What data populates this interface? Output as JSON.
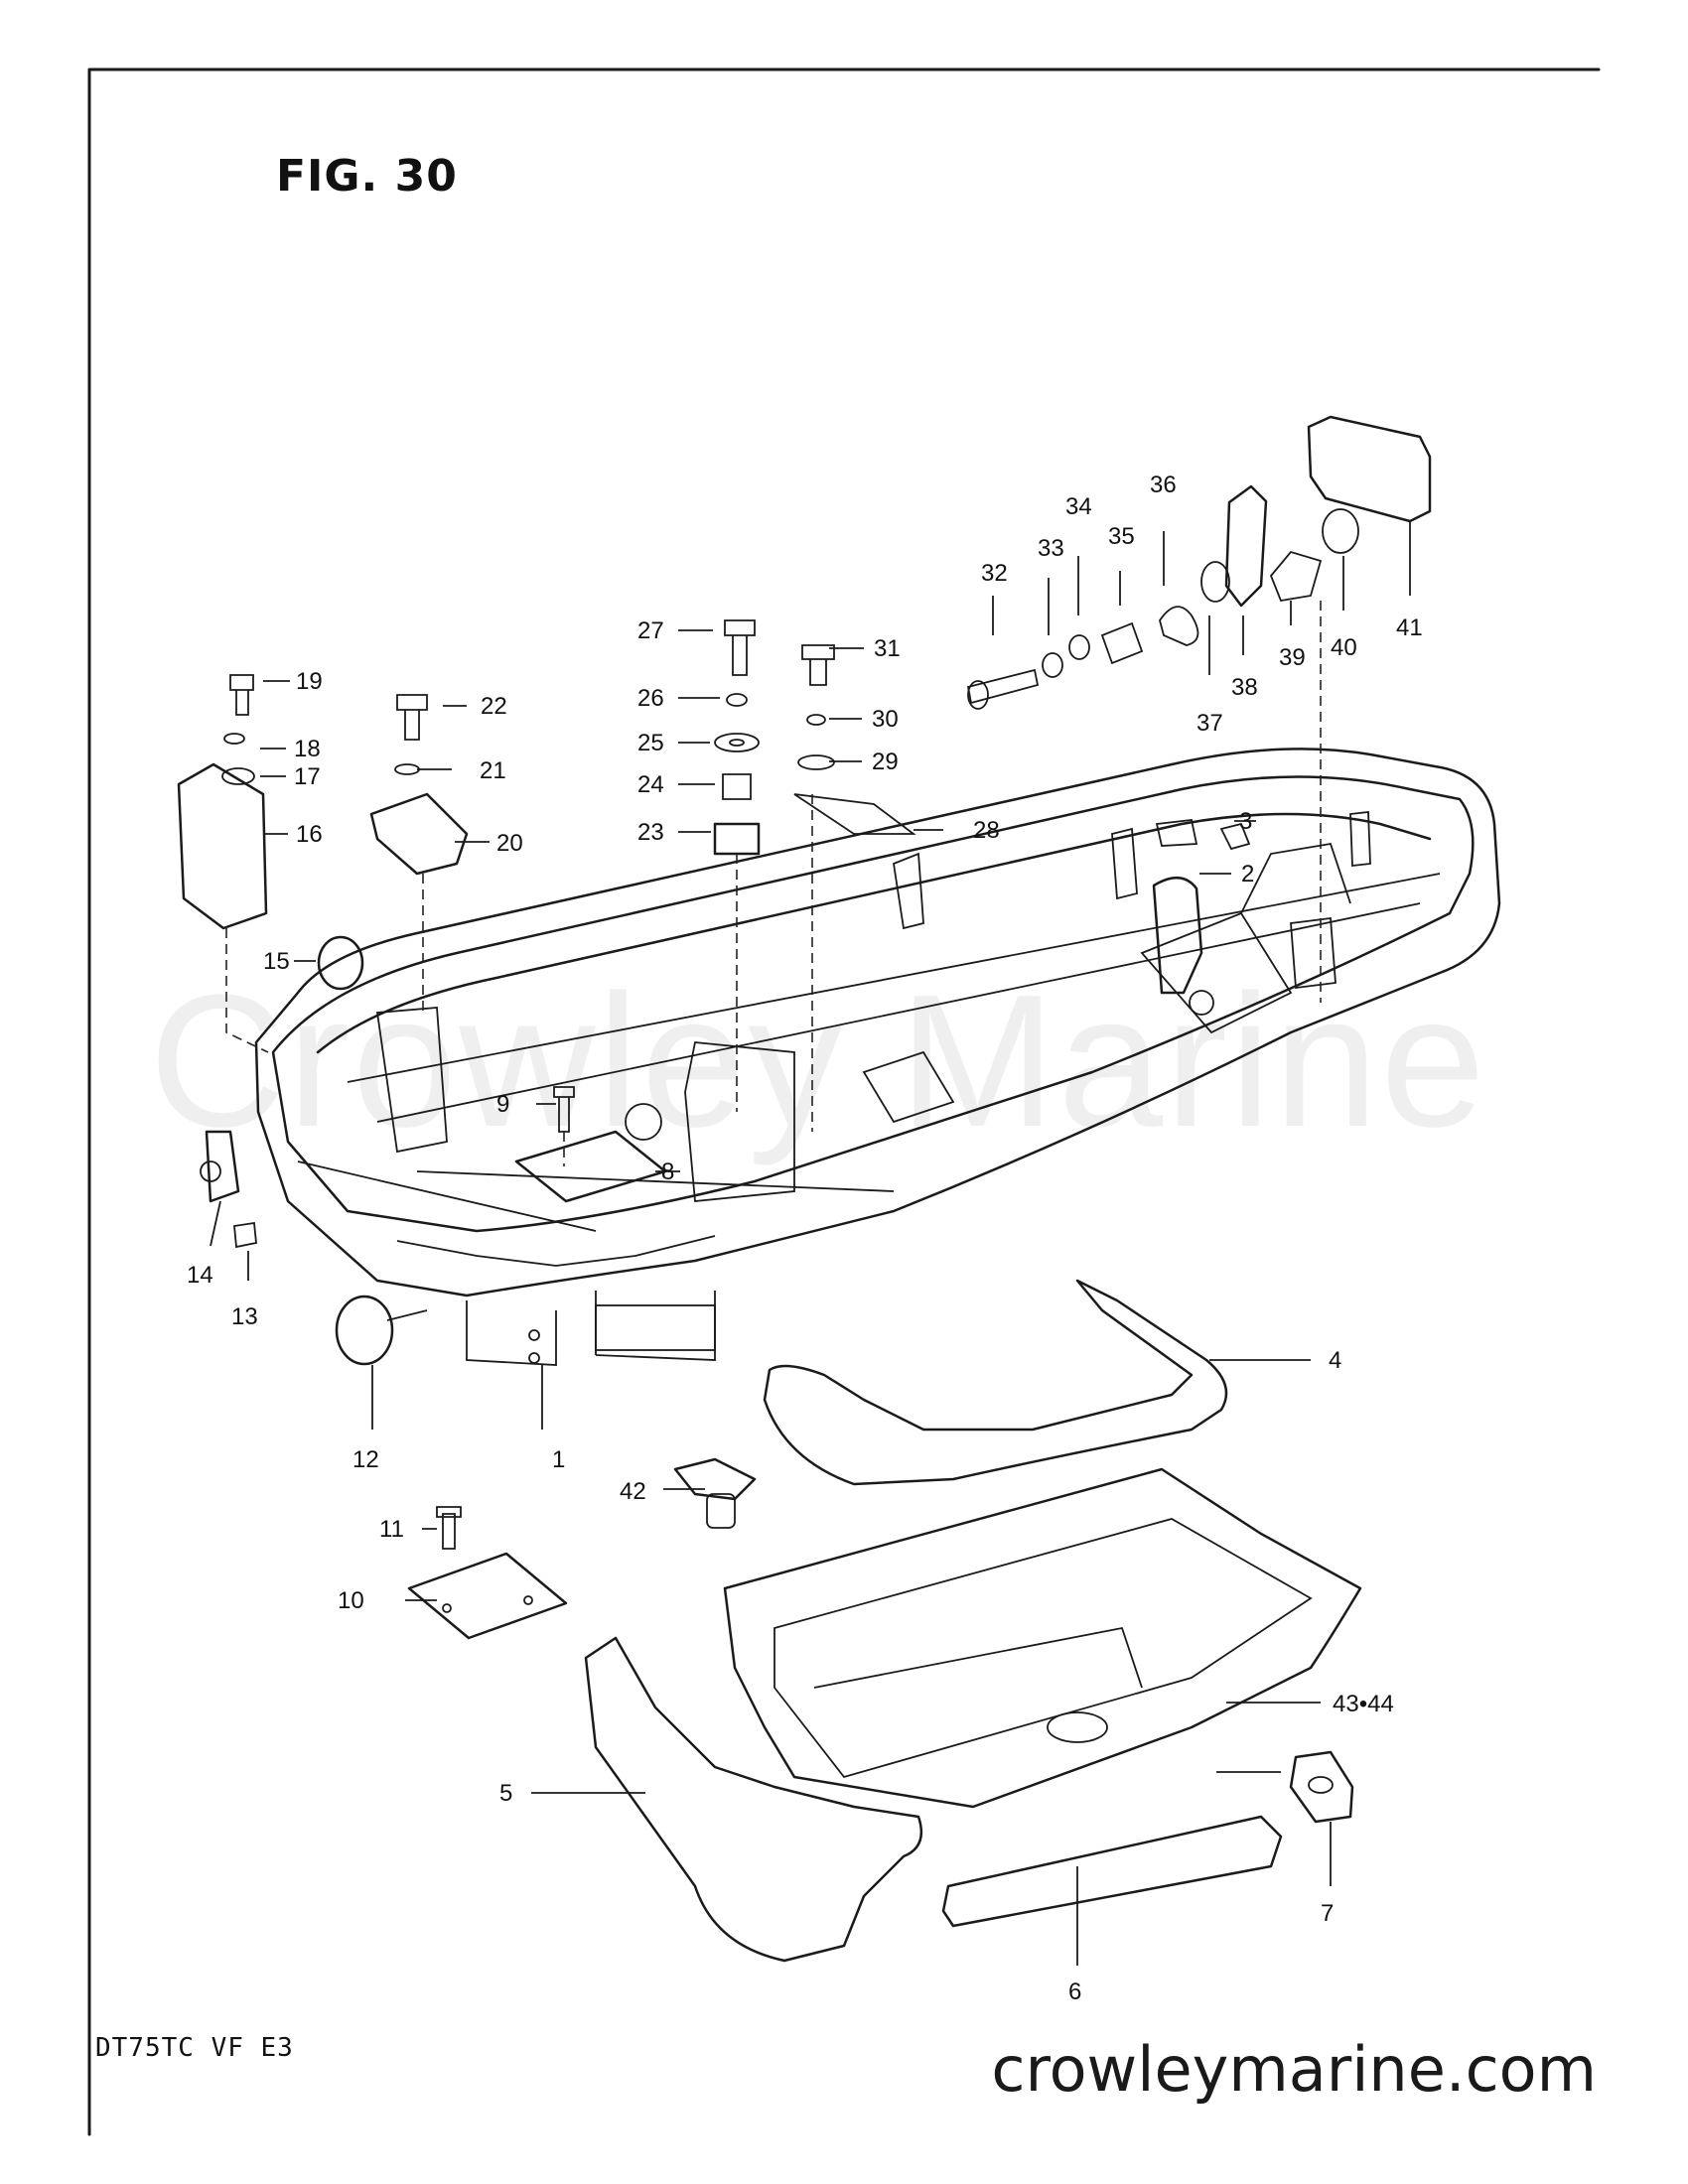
{
  "figure": {
    "title": "FIG. 30",
    "model_code": "DT75TC VF E3",
    "watermark": "Crowley Marine",
    "site": "crowleymarine.com"
  },
  "callouts": [
    "1",
    "2",
    "3",
    "4",
    "5",
    "6",
    "7",
    "8",
    "9",
    "10",
    "11",
    "12",
    "13",
    "14",
    "15",
    "16",
    "17",
    "18",
    "19",
    "20",
    "21",
    "22",
    "23",
    "24",
    "25",
    "26",
    "27",
    "28",
    "29",
    "30",
    "31",
    "32",
    "33",
    "34",
    "35",
    "36",
    "37",
    "38",
    "39",
    "40",
    "41",
    "42",
    "43•44"
  ]
}
